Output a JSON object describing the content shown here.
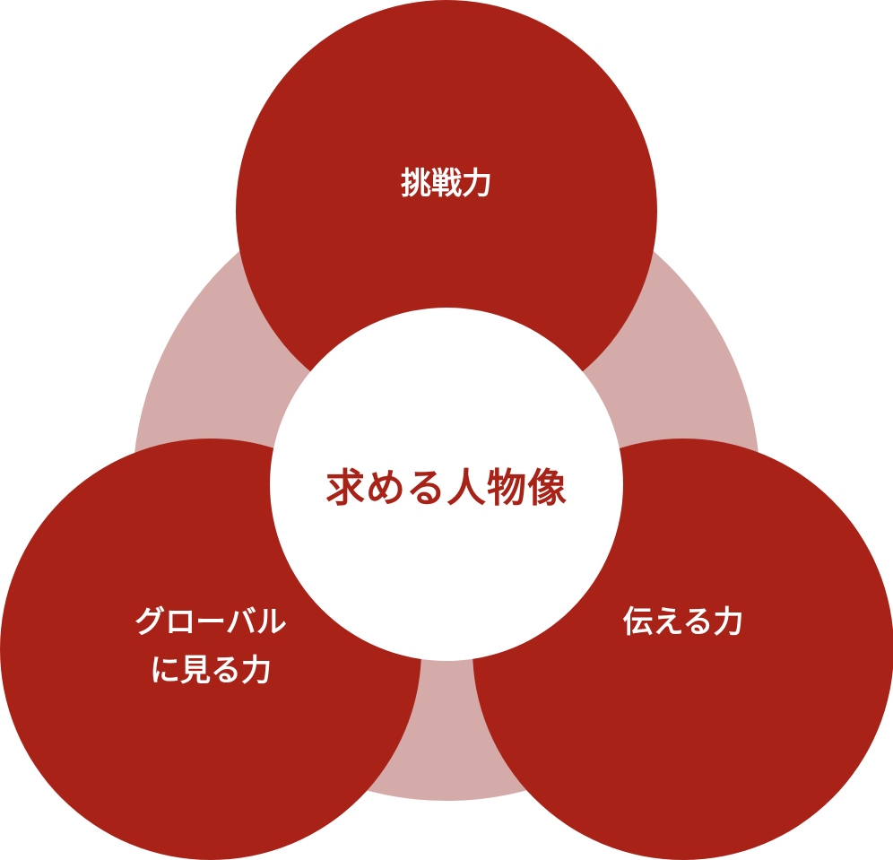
{
  "colors": {
    "accent": "#a82218",
    "ring": "#d4aba9",
    "center_bg": "#ffffff",
    "label_text": "#ffffff"
  },
  "diagram": {
    "center": "求める人物像",
    "nodes": [
      {
        "id": "top",
        "lines": [
          "挑戦力"
        ]
      },
      {
        "id": "left",
        "lines": [
          "グローバル",
          "に見る力"
        ]
      },
      {
        "id": "right",
        "lines": [
          "伝える力"
        ]
      }
    ]
  }
}
